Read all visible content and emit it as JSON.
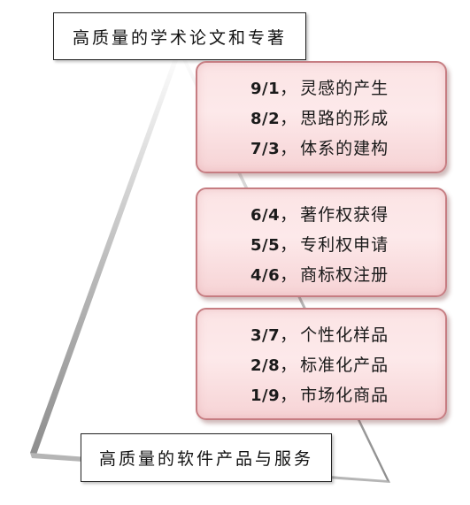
{
  "top_label": "高质量的学术论文和专著",
  "bottom_label": "高质量的软件产品与服务",
  "separator": "，",
  "panels": [
    {
      "items": [
        {
          "ratio": "9/1",
          "text": "灵感的产生"
        },
        {
          "ratio": "8/2",
          "text": "思路的形成"
        },
        {
          "ratio": "7/3",
          "text": "体系的建构"
        }
      ]
    },
    {
      "items": [
        {
          "ratio": "6/4",
          "text": "著作权获得"
        },
        {
          "ratio": "5/5",
          "text": "专利权申请"
        },
        {
          "ratio": "4/6",
          "text": "商标权注册"
        }
      ]
    },
    {
      "items": [
        {
          "ratio": "3/7",
          "text": "个性化样品"
        },
        {
          "ratio": "2/8",
          "text": "标准化产品"
        },
        {
          "ratio": "1/9",
          "text": "市场化商品"
        }
      ]
    }
  ],
  "colors": {
    "panel_border": "#c67d82",
    "panel_fill": "#fbe4e5",
    "triangle_edge": "#a8a8a8"
  }
}
